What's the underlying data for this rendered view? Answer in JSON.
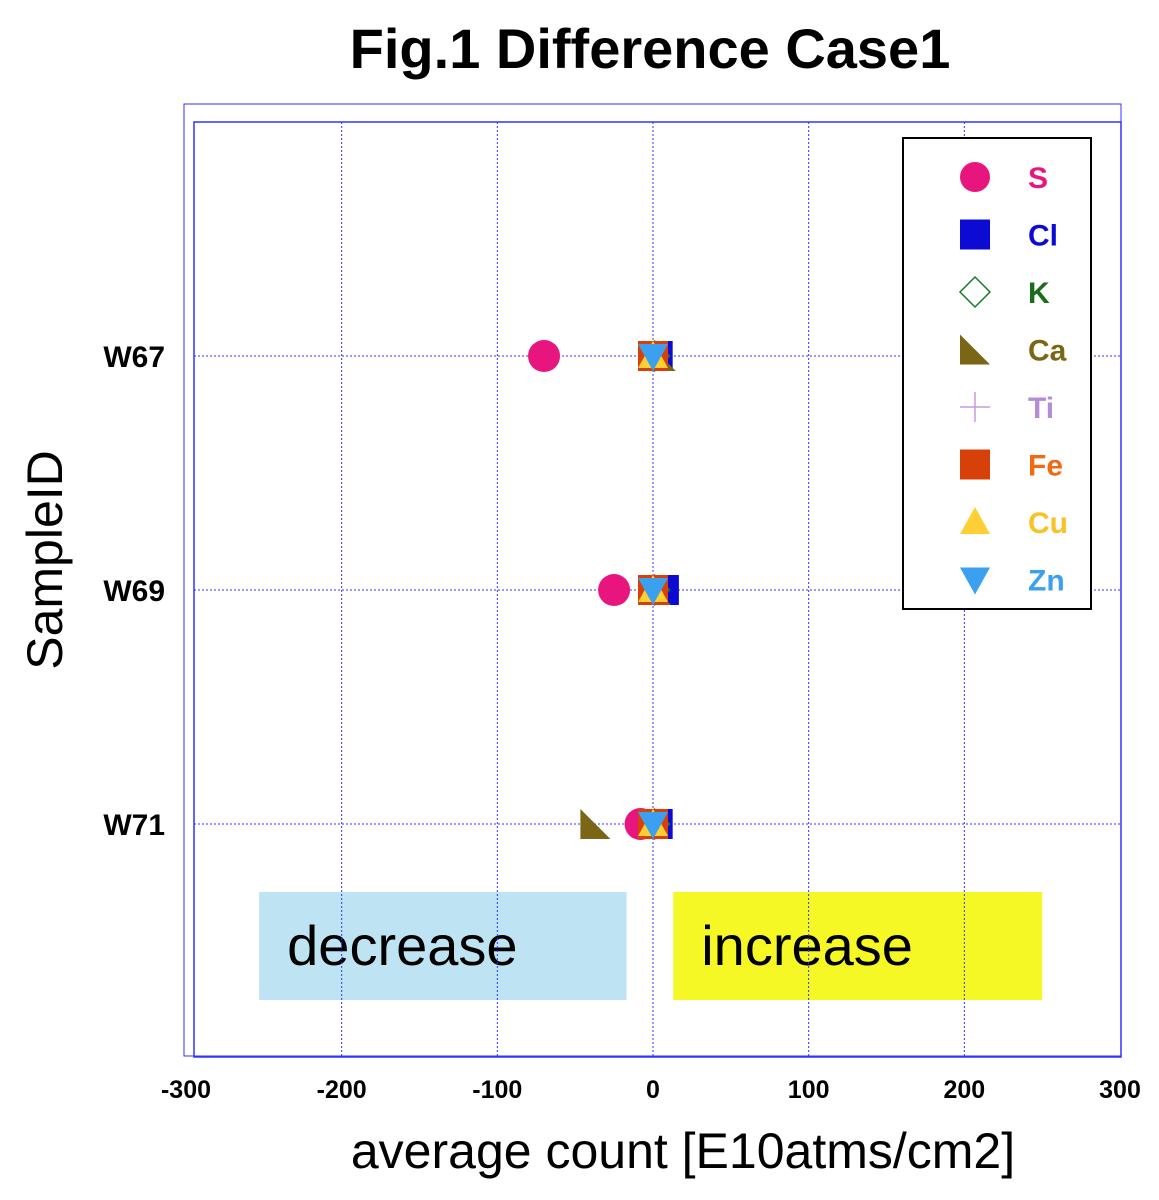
{
  "chart_data": {
    "type": "scatter",
    "title": "Fig.1 Difference Case1",
    "xlabel": "average count [E10atms/cm2]",
    "ylabel": "SampleID",
    "xlim": [
      -300,
      300
    ],
    "xticks": [
      -300,
      -200,
      -100,
      0,
      100,
      200,
      300
    ],
    "categories": [
      "W67",
      "W69",
      "W71"
    ],
    "grid": true,
    "legend_position": "top-right",
    "series": [
      {
        "name": "S",
        "marker": "circle",
        "color": "#e8157f",
        "label_color": "#e8157f",
        "values": [
          -70,
          -25,
          -8
        ]
      },
      {
        "name": "Cl",
        "marker": "square",
        "color": "#0b0bd4",
        "label_color": "#0b0bd4",
        "values": [
          3,
          7,
          3
        ]
      },
      {
        "name": "K",
        "marker": "diamond-open",
        "color": "#1a7a2a",
        "label_color": "#1a6b1a",
        "values": [
          1,
          1,
          1
        ]
      },
      {
        "name": "Ca",
        "marker": "right-triangle",
        "color": "#7a6614",
        "label_color": "#7a6614",
        "values": [
          5,
          2,
          -37
        ]
      },
      {
        "name": "Ti",
        "marker": "plus",
        "color": "#c79be0",
        "label_color": "#b48cd8",
        "values": [
          0,
          0,
          0
        ]
      },
      {
        "name": "Fe",
        "marker": "square",
        "color": "#d8400a",
        "label_color": "#f06a12",
        "values": [
          0,
          0,
          0
        ]
      },
      {
        "name": "Cu",
        "marker": "triangle-up",
        "color": "#ffcf33",
        "label_color": "#f6c224",
        "values": [
          0,
          0,
          0
        ]
      },
      {
        "name": "Zn",
        "marker": "triangle-down",
        "color": "#3aa0ef",
        "label_color": "#3aa0ef",
        "values": [
          0,
          0,
          0
        ]
      }
    ],
    "annotations": [
      {
        "text": "decrease",
        "color": "#bee3f2",
        "x_range": [
          -253,
          -17
        ]
      },
      {
        "text": "increase",
        "color": "#f5f825",
        "x_range": [
          13,
          250
        ]
      }
    ]
  }
}
